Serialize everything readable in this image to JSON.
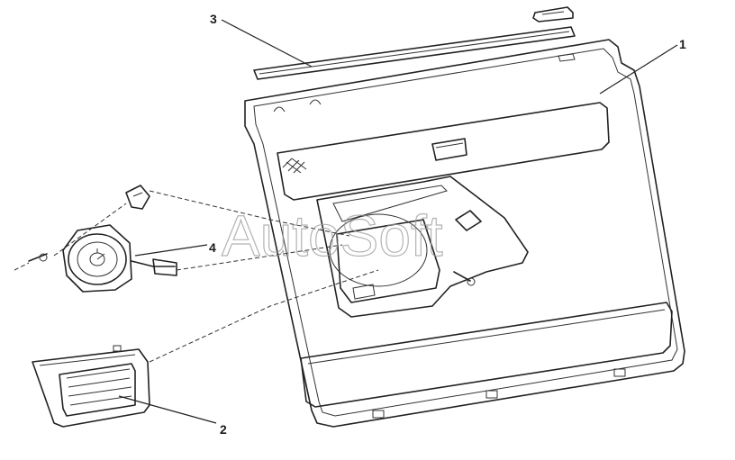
{
  "watermark": "AutoSoft",
  "callouts": [
    {
      "id": "1",
      "label": "1"
    },
    {
      "id": "2",
      "label": "2"
    },
    {
      "id": "3",
      "label": "3"
    },
    {
      "id": "4",
      "label": "4"
    }
  ],
  "parts": [
    {
      "callout": "1",
      "icon": "door-trim-panel"
    },
    {
      "callout": "2",
      "icon": "speaker-grille"
    },
    {
      "callout": "3",
      "icon": "window-seal-strip"
    },
    {
      "callout": "4",
      "icon": "speaker"
    }
  ]
}
